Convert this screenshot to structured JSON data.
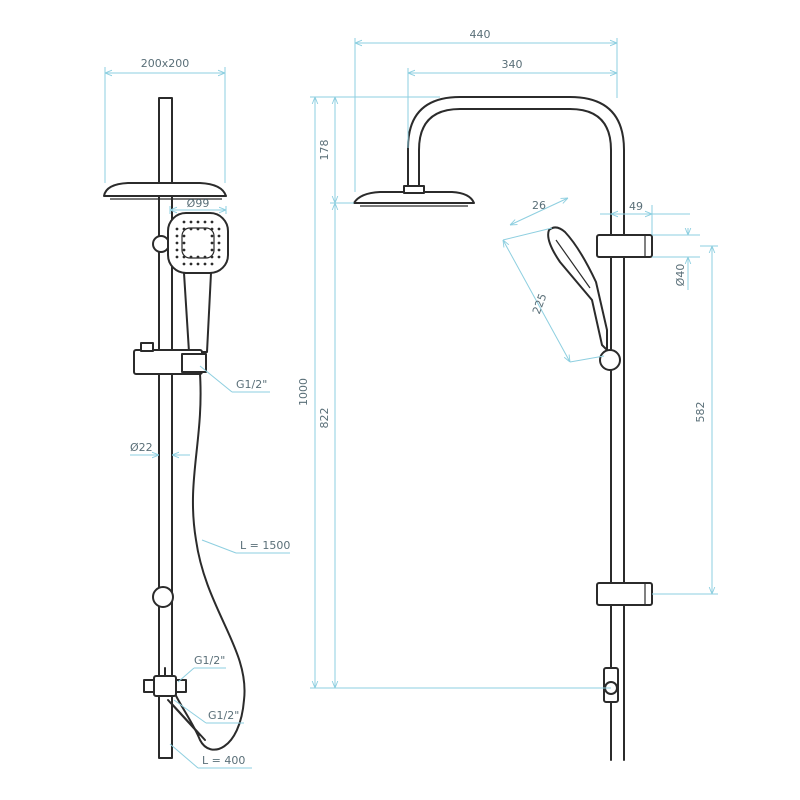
{
  "dimensions": {
    "head_size": "200x200",
    "hand_shower_diameter": "Ø99",
    "thread_handshower": "G1/2\"",
    "rail_diameter": "Ø22",
    "hose_length": "L = 1500",
    "thread_top": "G1/2\"",
    "thread_bottom": "G1/2\"",
    "lower_hose_length": "L = 400",
    "total_height": "1000",
    "rail_height": "822",
    "arm_drop": "178",
    "arm_reach": "440",
    "head_reach": "340",
    "handshower_width": "26",
    "handshower_length": "225",
    "holder_depth": "49",
    "holder_diameter": "Ø40",
    "holder_spacing": "582"
  },
  "colors": {
    "outline": "#2b2b2b",
    "dimension_line": "#8ecfe0",
    "dimension_text": "#5a6f78"
  }
}
